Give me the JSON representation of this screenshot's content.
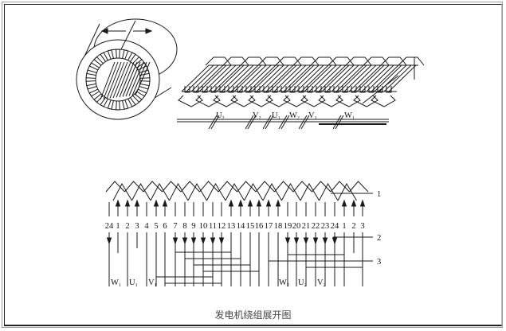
{
  "caption": "发电机绕组展开图",
  "top_figure": {
    "stator_view": "stator-core-with-slots",
    "slot_count": 24,
    "terminal_labels": [
      {
        "base": "U",
        "sub": "2"
      },
      {
        "base": "V",
        "sub": "2"
      },
      {
        "base": "U",
        "sub": "1"
      },
      {
        "base": "W",
        "sub": "2"
      },
      {
        "base": "V",
        "sub": "1"
      },
      {
        "base": "W",
        "sub": "1"
      }
    ]
  },
  "bottom_figure": {
    "slot_numbers": [
      "24",
      "1",
      "2",
      "3",
      "4",
      "5",
      "6",
      "7",
      "8",
      "9",
      "10",
      "11",
      "12",
      "13",
      "14",
      "15",
      "16",
      "17",
      "18",
      "19",
      "20",
      "21",
      "22",
      "23",
      "24",
      "1",
      "2",
      "3"
    ],
    "terminal_labels_left": [
      {
        "base": "W",
        "sub": "1"
      },
      {
        "base": "U",
        "sub": "1"
      },
      {
        "base": "V",
        "sub": "1"
      }
    ],
    "terminal_labels_right": [
      {
        "base": "W",
        "sub": "2"
      },
      {
        "base": "U",
        "sub": "2"
      },
      {
        "base": "V",
        "sub": "2"
      }
    ],
    "callouts": [
      "1",
      "2",
      "3"
    ]
  },
  "colors": {
    "line": "#1a1a1a",
    "caption": "#444444",
    "frame": "#222222"
  }
}
